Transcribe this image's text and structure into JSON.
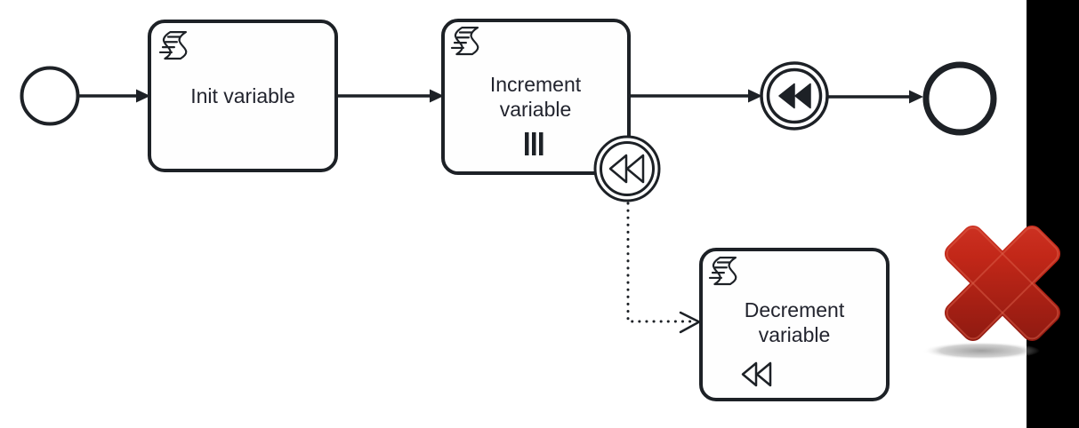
{
  "diagram": {
    "start_event": {
      "type": "start-event"
    },
    "tasks": {
      "init": {
        "label": "Init variable",
        "icon": "script-task-icon"
      },
      "increment": {
        "line1": "Increment",
        "line2": "variable",
        "icon": "script-task-icon",
        "marker": "parallel-multi-instance-marker"
      },
      "decrement": {
        "line1": "Decrement",
        "line2": "variable",
        "icon": "script-task-icon",
        "marker": "compensation-marker"
      }
    },
    "events": {
      "boundary_compensation": {
        "icon": "compensation-icon-outline"
      },
      "throw_compensation": {
        "icon": "compensation-icon-filled"
      },
      "end": {
        "type": "end-event"
      }
    },
    "overlay": {
      "icon": "red-x-icon"
    }
  },
  "colors": {
    "shape_stroke": "#1d2126",
    "shape_fill": "#ffffff",
    "label_text": "#22242e",
    "x_top": "#d63b2b",
    "x_mid": "#c22718",
    "x_bottom": "#7c150e",
    "x_highlight": "#e0654f",
    "shadow": "#8f8f8f",
    "side_bar": "#000000"
  }
}
